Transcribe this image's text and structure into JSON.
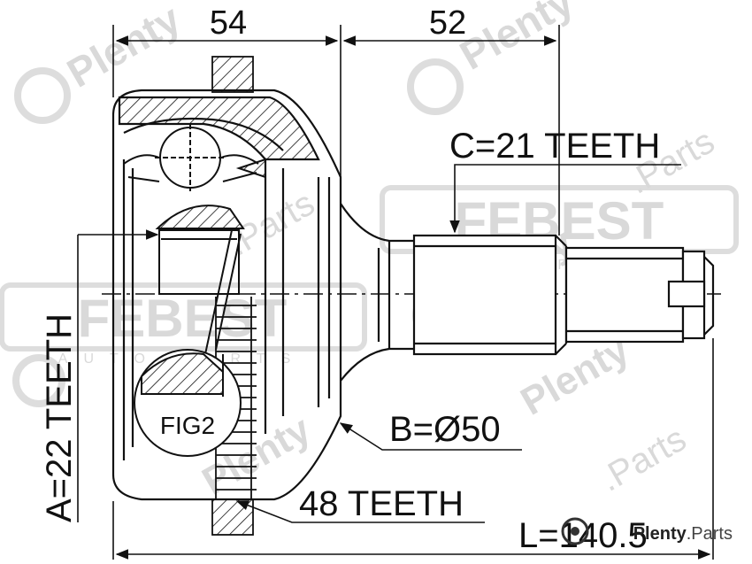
{
  "colors": {
    "ink": "#111111",
    "watermark": "#d9d9d9",
    "background": "#ffffff"
  },
  "dimensions": {
    "housing_length": "54",
    "shaft_length": "52",
    "total_length": "L=140.5"
  },
  "callouts": {
    "outer_spline": "C=21 TEETH",
    "inner_spline": "A=22 TEETH",
    "seal_diameter": "B=Ø50",
    "abs_ring": "48 TEETH",
    "detail_view": "FIG2"
  },
  "watermark": {
    "brand_text": "Plenty",
    "domain_text": ".Parts",
    "logo_text": "FEBEST",
    "logo_sub": "AUTO PARTS"
  },
  "credit": {
    "brand": "Plenty",
    "suffix": ".Parts",
    "icon": "gear-disc-icon"
  }
}
